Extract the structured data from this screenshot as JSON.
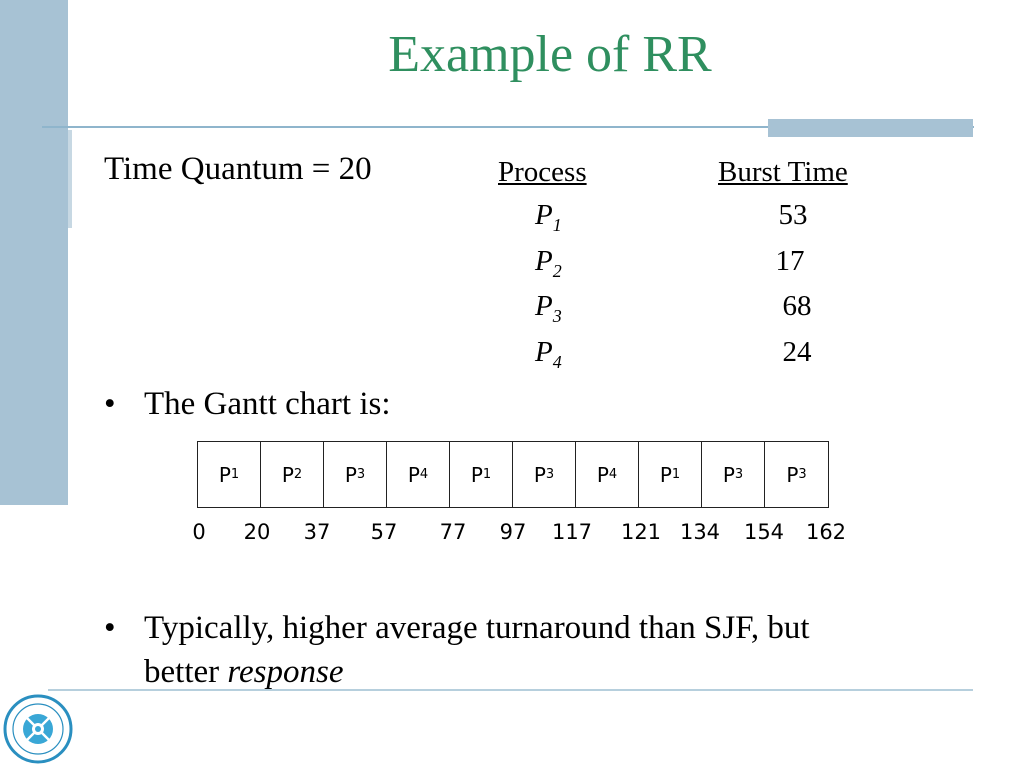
{
  "title": "Example of RR",
  "quantum": "Time Quantum = 20",
  "table": {
    "header_process": "Process",
    "header_burst": "Burst Time",
    "rows": [
      {
        "p": "P",
        "sub": "1",
        "burst": "53"
      },
      {
        "p": "P",
        "sub": "2",
        "burst": "17"
      },
      {
        "p": "P",
        "sub": "3",
        "burst": "68"
      },
      {
        "p": "P",
        "sub": "4",
        "burst": "24"
      }
    ]
  },
  "bullets": {
    "b1": "The Gantt chart is:",
    "b2_line1": "Typically, higher average turnaround than SJF, but",
    "b2_line2_plain": "better ",
    "b2_line2_italic": "response"
  },
  "gantt": {
    "cells": [
      {
        "p": "P",
        "sub": "1"
      },
      {
        "p": "P",
        "sub": "2"
      },
      {
        "p": "P",
        "sub": "3"
      },
      {
        "p": "P",
        "sub": "4"
      },
      {
        "p": "P",
        "sub": "1"
      },
      {
        "p": "P",
        "sub": "3"
      },
      {
        "p": "P",
        "sub": "4"
      },
      {
        "p": "P",
        "sub": "1"
      },
      {
        "p": "P",
        "sub": "3"
      },
      {
        "p": "P",
        "sub": "3"
      }
    ],
    "ticks": [
      "0",
      "20",
      "37",
      "57",
      "77",
      "97",
      "117",
      "121",
      "134",
      "154",
      "162"
    ]
  },
  "colors": {
    "title": "#2f8f5f",
    "accent": "#a7c2d4"
  },
  "logo_icon": "university-seal-icon"
}
